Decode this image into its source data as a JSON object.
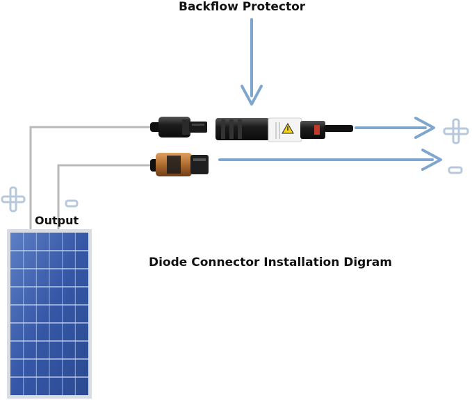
{
  "labels": {
    "backflow_protector": "Backflow Protector",
    "diagram_title": "Diode Connector Installation Digram",
    "output": "Output"
  },
  "colors": {
    "arrow": "#7fa6cf",
    "wire": "#b9b9b9",
    "sign": "#b7c8dc",
    "connector_black": "#1a1a1a",
    "connector_orange": "#c07a3a",
    "panel_blue": "#3b62b0",
    "panel_frame": "#d9dde3"
  },
  "icons": {
    "plus": "plus-sign-icon",
    "minus": "minus-sign-icon",
    "warning": "warning-triangle-icon"
  }
}
